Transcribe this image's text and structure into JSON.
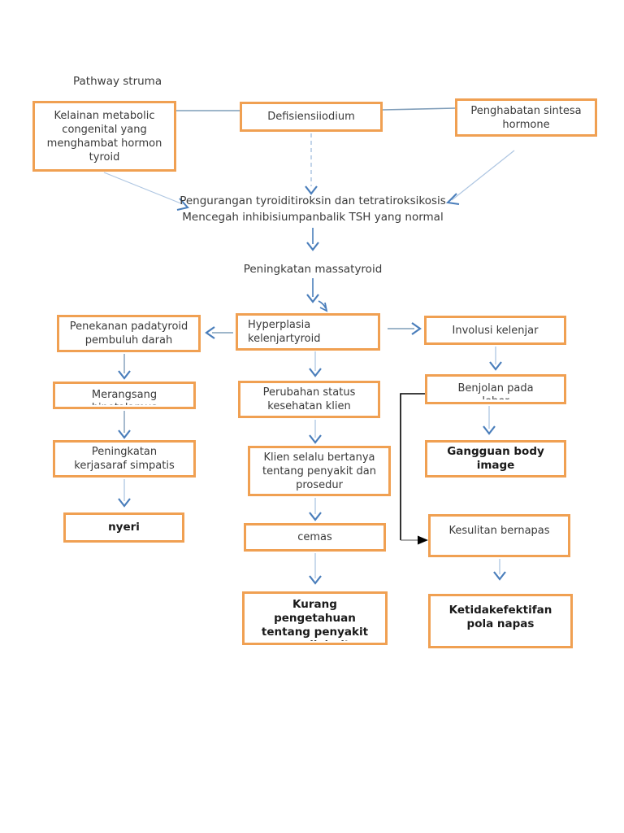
{
  "page": {
    "title": "Pathway struma"
  },
  "colors": {
    "box_border": "#f0a052",
    "connector_line": "#7f9db9",
    "connector_line_light": "#aec6e2",
    "arrowhead_blue": "#4a7ebb",
    "connector_black": "#000000",
    "text": "#3a3a3a",
    "background": "#ffffff"
  },
  "nodes": {
    "kelainan": {
      "lines": [
        "Kelainan metabolic",
        "congenital yang",
        "menghambat hormon",
        "tyroid"
      ]
    },
    "defisiensi": {
      "lines": [
        "Defisiensiiodium"
      ]
    },
    "penghabatan": {
      "lines": [
        "Penghabatan sintesa",
        "hormone"
      ]
    },
    "pengurangan": {
      "lines": [
        "Pengurangan tyroiditiroksin dan tetratiroksikosis",
        "Mencegah inhibisiumpanbalik TSH yang normal"
      ]
    },
    "peningkatan_massa": {
      "lines": [
        "Peningkatan massatyroid"
      ]
    },
    "penekanan": {
      "lines": [
        "Penekanan padatyroid",
        "pembuluh darah"
      ]
    },
    "hyperplasia": {
      "lines": [
        "Hyperplasia",
        "kelenjartyroid"
      ]
    },
    "involusi": {
      "lines": [
        "Involusi kelenjar"
      ]
    },
    "merangsang": {
      "lines": [
        "Merangsang"
      ],
      "clipped_line": "hipotalamus"
    },
    "peningkatan_kerja": {
      "lines": [
        "Peningkatan",
        "kerjasaraf simpatis"
      ]
    },
    "nyeri": {
      "lines": [
        "nyeri"
      ]
    },
    "perubahan": {
      "lines": [
        "Perubahan status",
        "kesehatan klien"
      ]
    },
    "klien": {
      "lines": [
        "Klien selalu bertanya",
        "tentang penyakit dan",
        "prosedur"
      ]
    },
    "cemas": {
      "lines": [
        "cemas"
      ]
    },
    "kurang": {
      "lines": [
        "Kurang",
        "pengetahuan",
        "tentang penyakit"
      ],
      "clipped_line": "yang di derita"
    },
    "benjolan": {
      "lines": [
        "Benjolan pada"
      ],
      "clipped_line": "leher"
    },
    "gangguan": {
      "lines": [
        "Gangguan body",
        "image"
      ]
    },
    "kesulitan": {
      "lines": [
        "Kesulitan bernapas"
      ]
    },
    "ketidakefektifan": {
      "lines": [
        "Ketidakefektifan",
        "pola napas"
      ]
    }
  }
}
